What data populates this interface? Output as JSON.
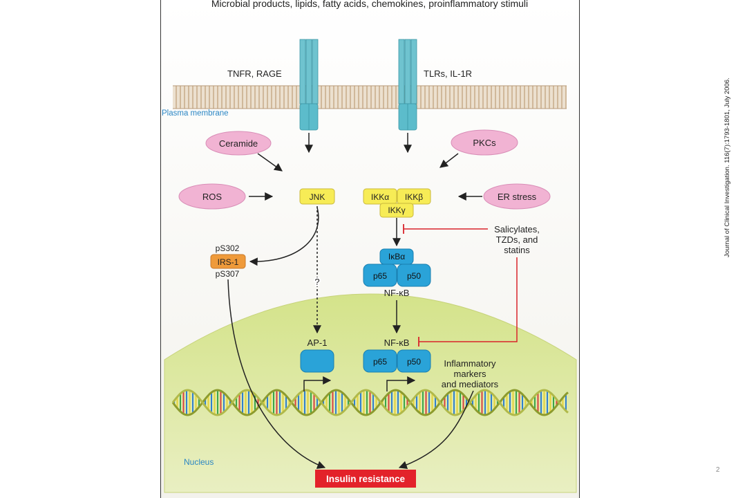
{
  "diagram": {
    "header": "Microbial products, lipids, fatty acids, chemokines, proinflammatory stimuli",
    "receptor_left": "TNFR, RAGE",
    "receptor_right": "TLRs, IL-1R",
    "membrane_label": "Plasma membrane",
    "nucleus_label": "Nucleus",
    "ceramide": "Ceramide",
    "pkcs": "PKCs",
    "ros": "ROS",
    "er_stress": "ER stress",
    "jnk": "JNK",
    "ikk_alpha": "IKKα",
    "ikk_beta": "IKKβ",
    "ikk_gamma": "IKKγ",
    "inhibitors": [
      "Salicylates,",
      "TZDs, and",
      "statins"
    ],
    "ps302": "pS302",
    "irs1": "IRS-1",
    "ps307": "pS307",
    "question": "?",
    "ikb_alpha": "IκBα",
    "p65": "p65",
    "p50": "p50",
    "nfkb_cytoplasm": "NF-κB",
    "nfkb_nucleus": "NF-κB",
    "ap1": "AP-1",
    "markers": [
      "Inflammatory",
      "markers",
      "and mediators"
    ],
    "insulin_resistance": "Insulin resistance"
  },
  "colors": {
    "pink_node": "#f1b3d3",
    "yellow_node": "#f7ec56",
    "orange_node": "#ef9a3a",
    "blue_protein": "#2aa3d8",
    "red_box": "#e3222a",
    "inhibition_line": "#d9232a",
    "nucleus_fill": "#dfe9a4"
  },
  "citation": "Journal of Clinical Investigation. 116(7):1793-1801, July 2006.",
  "page_number": "2"
}
